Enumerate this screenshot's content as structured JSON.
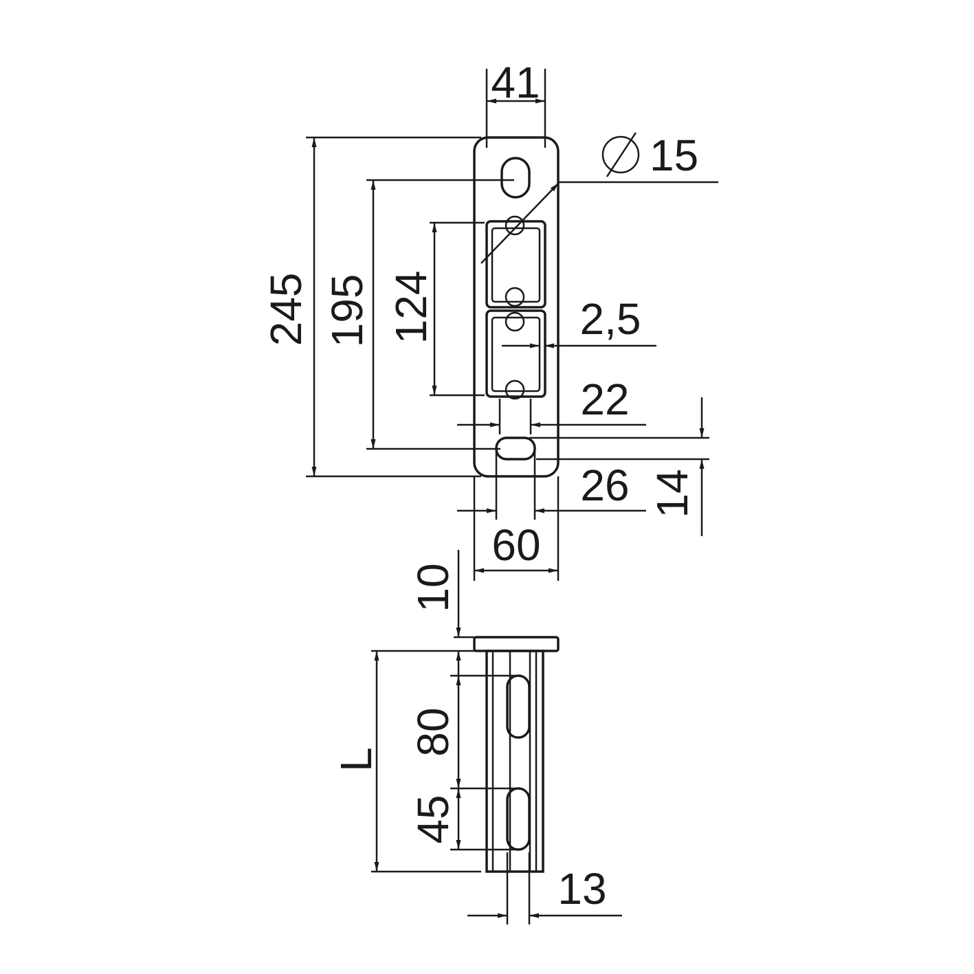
{
  "drawing": {
    "labels": {
      "w41": "41",
      "dia15": "15",
      "h245": "245",
      "h195": "195",
      "h124": "124",
      "t25": "2,5",
      "w22": "22",
      "w26": "26",
      "h14": "14",
      "w60": "60",
      "h10": "10",
      "L": "L",
      "h80": "80",
      "h45": "45",
      "w13": "13"
    },
    "diameter_symbol": "Ø"
  }
}
